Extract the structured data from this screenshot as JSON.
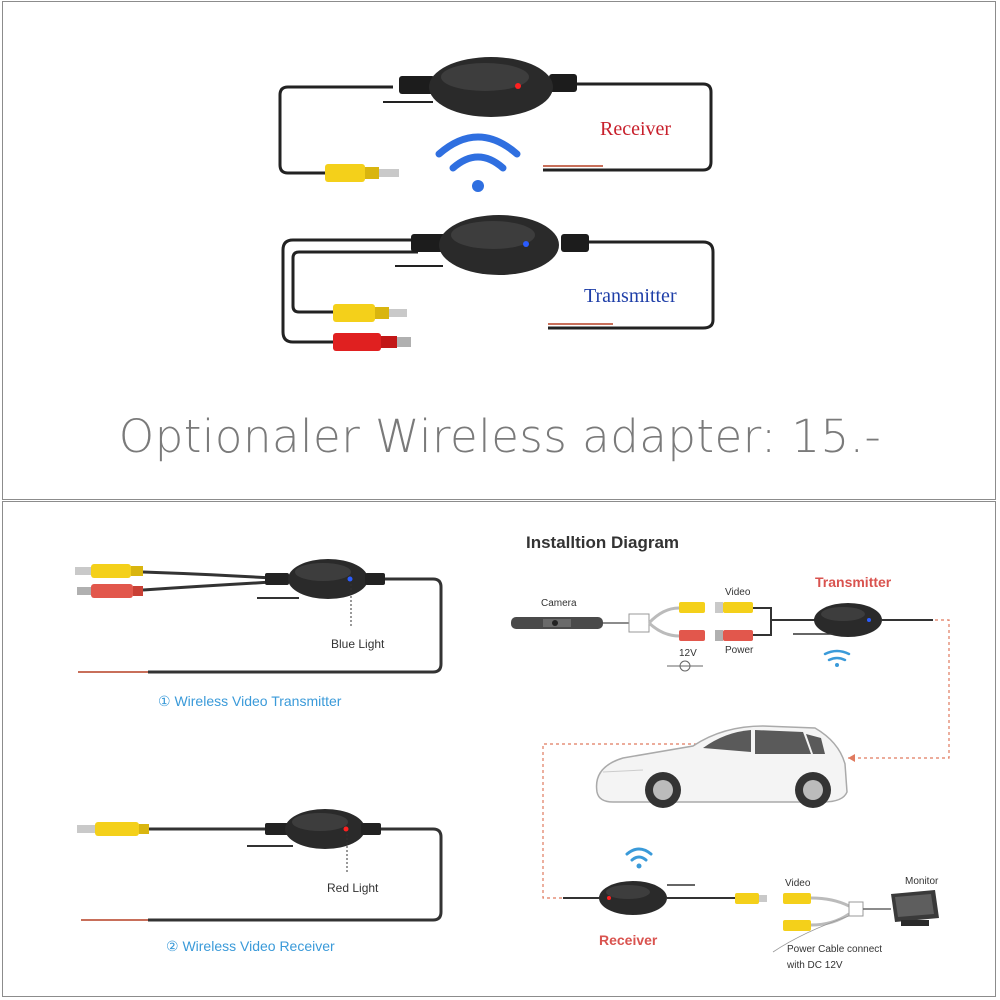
{
  "top": {
    "receiver_label": "Receiver",
    "transmitter_label": "Transmitter",
    "caption": "Optionaler Wireless adapter: 15.-",
    "colors": {
      "receiver": "#c8202c",
      "transmitter": "#1f3fa8",
      "wifi": "#2f6fe0",
      "caption": "#7a7a7a"
    }
  },
  "bottom": {
    "transmitter_caption": "① Wireless Video Transmitter",
    "receiver_caption": "② Wireless Video Receiver",
    "blue_light": "Blue Light",
    "red_light": "Red Light",
    "diagram": {
      "title": "Installtion Diagram",
      "camera": "Camera",
      "video_top": "Video",
      "power": "Power",
      "voltage": "12V",
      "transmitter": "Transmitter",
      "receiver": "Receiver",
      "video_bottom": "Video",
      "monitor": "Monitor",
      "power_note_1": "Power Cable connect",
      "power_note_2": "with DC 12V"
    },
    "colors": {
      "caption": "#3a9ad9",
      "label_red": "#d9534f",
      "dashed": "#e07a5f"
    }
  }
}
